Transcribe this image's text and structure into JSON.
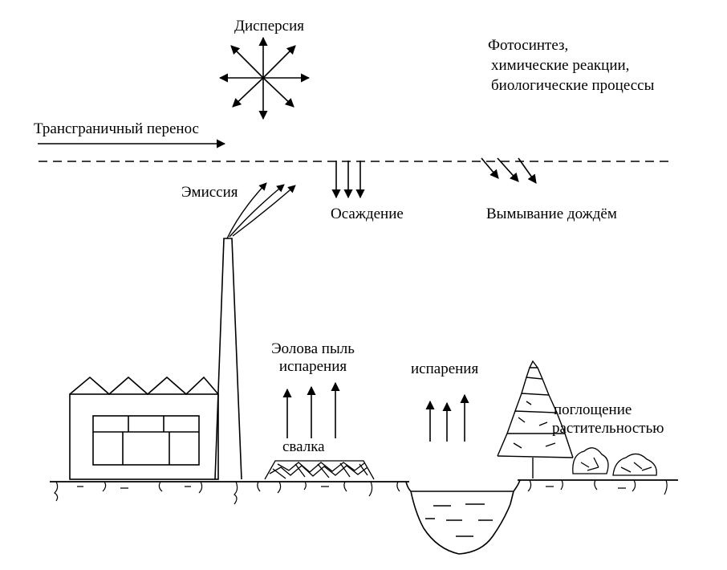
{
  "labels": {
    "dispersion": "Дисперсия",
    "processes": [
      "Фотосинтез,",
      "химические реакции,",
      "биологические процессы"
    ],
    "transboundary": "Трансграничный перенос",
    "emission": "Эмиссия",
    "deposition": "Осаждение",
    "washout": "Вымывание дождём",
    "dust_evaporation": [
      "Эолова пыль",
      "испарения"
    ],
    "evaporation_water": "испарения",
    "landfill": "свалка",
    "vegetation_uptake": [
      "поглощение",
      "растительностью"
    ]
  },
  "colors": {
    "ink": "#000000",
    "background": "#ffffff"
  }
}
